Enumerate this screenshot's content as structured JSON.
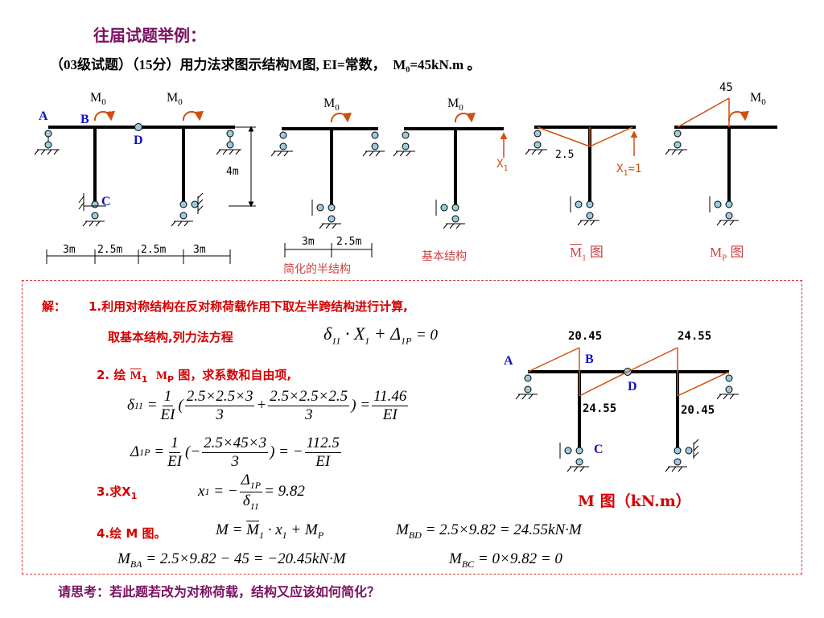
{
  "header": {
    "title": "往届试题举例：",
    "problem_prefix": "（03级试题）",
    "problem_text": "（15分）用力法求图示结构M图, EI=常数，",
    "moment_value": "M₀=45kN.m 。"
  },
  "figures": {
    "original": {
      "labels": {
        "A": "A",
        "B": "B",
        "C": "C",
        "D": "D",
        "m0_left": "M",
        "m0_right": "M",
        "sub0": "0"
      },
      "dims": {
        "d1": "3m",
        "d2": "2.5m",
        "d3": "2.5m",
        "d4": "3m",
        "height": "4m"
      }
    },
    "half": {
      "caption": "简化的半结构",
      "m0": "M",
      "sub0": "0",
      "dims": {
        "d1": "3m",
        "d2": "2.5m"
      }
    },
    "basic": {
      "caption": "基本结构",
      "m0": "M",
      "sub0": "0",
      "x1": "X",
      "x1sub": "1"
    },
    "m1": {
      "caption": "M",
      "caption_sub": "1",
      "caption_suffix": " 图",
      "value": "2.5",
      "x1": "X",
      "x1sub": "1",
      "x1eq": "=1"
    },
    "mp": {
      "caption": "M",
      "caption_sub": "P",
      "caption_suffix": " 图",
      "value": "45",
      "m0": "M",
      "sub0": "0"
    },
    "mfinal": {
      "labels": {
        "A": "A",
        "B": "B",
        "C": "C",
        "D": "D"
      },
      "values": {
        "v1": "20.45",
        "v2": "24.55",
        "v3": "24.55",
        "v4": "20.45"
      },
      "caption": "M 图（kN.m）"
    }
  },
  "solution": {
    "step_intro_label": "解：",
    "step1": "1.利用对称结构在反对称荷载作用下取左半跨结构进行计算,",
    "step1b": "取基本结构,列力法方程",
    "step2": "2. 绘",
    "step2_m1": "M",
    "step2_m1sub": "1",
    "step2_mp": "M",
    "step2_mpsub": "P",
    "step2_rest": " 图，求系数和自由项,",
    "step3": "3.求X",
    "step3sub": "1",
    "step4": "4.绘  M 图。",
    "delta11_num1": "2.5×2.5×3",
    "delta11_num2": "2.5×2.5×2.5",
    "delta11_den": "3",
    "delta11_result_num": "11.46",
    "delta1p_num": "2.5×45×3",
    "delta1p_den": "3",
    "delta1p_result_num": "112.5",
    "ei": "EI",
    "one": "1",
    "x1_result": "9.82",
    "mbd": "= 2.5×9.82 = 24.55kN·M",
    "mba": "= 2.5×9.82 − 45 = −20.45kN·M",
    "mbc": "= 0×9.82 = 0",
    "eq_rhs": "= 0"
  },
  "footer": {
    "question": "请思考：若此题若改为对称荷载，结构又应该如何简化？"
  }
}
